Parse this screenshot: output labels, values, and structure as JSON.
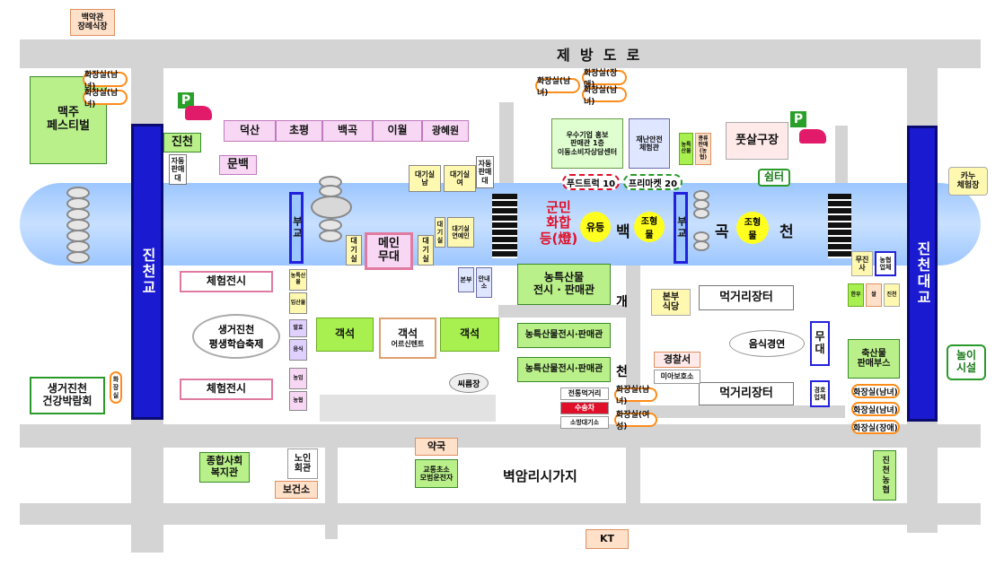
{
  "top_label": "백악관\n장례식장",
  "road_north": "제  방  도  로",
  "beer_festival": "맥주\n페스티벌",
  "restroom_mf": "화장실(남녀)",
  "restroom_d": "화장실(장애)",
  "restroom_f": "화장실(여성)",
  "jincheon_label": "진천",
  "stamp_label": "자동\n판매\n대",
  "top_booths": [
    "덕산",
    "초평",
    "백곡",
    "이월",
    "광혜원"
  ],
  "munbaek": "문백",
  "waiting1": "대기실\n남",
  "waiting2": "대기실\n여",
  "waiting3": "대기실",
  "waiting4": "대기실\n연예인",
  "stamp2": "자동\n판매\n대",
  "bridge_left": "진천교",
  "bridge_right": "진천대교",
  "pontoon": "부교",
  "main_stage": "메인\n무대",
  "waiting_l": "대기실",
  "waiting_r": "대기실",
  "lantern": "군민\n화합\n등(燈)",
  "yudeung": "유등",
  "sculpture": "조형\n물",
  "river_name": [
    "백",
    "곡",
    "천"
  ],
  "excellent_company": "우수기업 홍보\n판매관 1층\n이동소비자상담센터",
  "safety": "재난안전\n체험관",
  "food_truck": "푸드트럭 10",
  "flea_market": "프리마켓 20",
  "farm_outlet_1": "농특\n산물",
  "farm_outlet_2": "콩류\n판매\n(농협)",
  "footsal": "풋살구장",
  "shelter": "쉼터",
  "canoe": "카누\n체험장",
  "experience1": "체험전시",
  "experience2": "체험전시",
  "lifelong": "생거진천\n평생학습축제",
  "health_expo": "생거진천\n건강박람회",
  "restroom_v": "화장실",
  "seating": [
    "객석",
    "객석",
    "객석"
  ],
  "senior_tent": "어르신텐트",
  "ssireum": "씨름장",
  "farm_products_main": "농특산물\n전시 · 판매관",
  "farm_products_2": "농특산물전시·판매관",
  "farm_products_3": "농특산물전시·판매관",
  "gaecheon": [
    "개",
    "천"
  ],
  "main_hq": "본부",
  "info": "안내\n소",
  "bonbu_sikdang": "본부\n식당",
  "meogeori_top": "먹거리장터",
  "meogeori_bottom": "먹거리장터",
  "food_performance": "음식경연",
  "police": "경찰서",
  "lost": "미아보호소",
  "stage2": "무\n대",
  "sponsor": "경호\n업체",
  "travel": "무진\n사",
  "bank": "농협\n업체",
  "livestock": "축산물\n판매부스",
  "play": "놀이\n시설",
  "traditional_food": "전통먹거리",
  "transport": "수송차",
  "firefight": "소방대기소",
  "welfare": "종합사회\n복지관",
  "senior_hall": "노인\n회관",
  "health_center": "보건소",
  "pharmacy": "약국",
  "traffic": "교통초소\n모범운전자",
  "market_street": "벽암리시가지",
  "kt": "KT",
  "jincheon_nonghyup": "진천농협",
  "small_booths_left": [
    "농특산물",
    "임산물",
    "발효",
    "음식",
    "농업",
    "농협"
  ],
  "small_booths_right": [
    "한우",
    "쌀",
    "진천"
  ],
  "parking": "P"
}
